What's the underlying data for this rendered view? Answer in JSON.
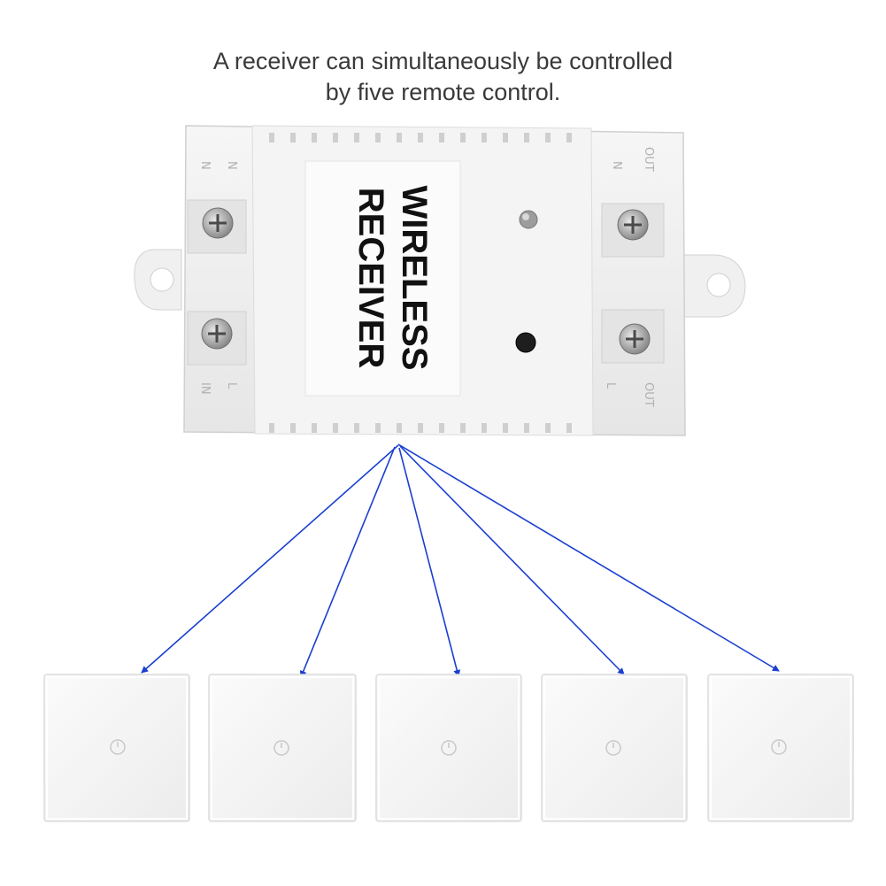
{
  "caption": {
    "line1": "A receiver can simultaneously be controlled",
    "line2": "by five remote control."
  },
  "receiver": {
    "label_line1": "WIRELESS",
    "label_line2": "RECEIVER",
    "terminals": {
      "left_top_n": "N",
      "left_top_l": "N",
      "left_bottom_n": "IN",
      "left_bottom_l": "L",
      "right_top_n": "N",
      "right_top_out": "OUT",
      "right_bottom_l": "L",
      "right_bottom_out": "OUT"
    }
  },
  "remotes": [
    {
      "icon": "power-icon"
    },
    {
      "icon": "power-icon"
    },
    {
      "icon": "power-icon"
    },
    {
      "icon": "power-icon"
    },
    {
      "icon": "power-icon"
    }
  ],
  "colors": {
    "arrow": "#1a3fd0",
    "device": "#f2f2f2",
    "panel": "#f7f7f7"
  }
}
